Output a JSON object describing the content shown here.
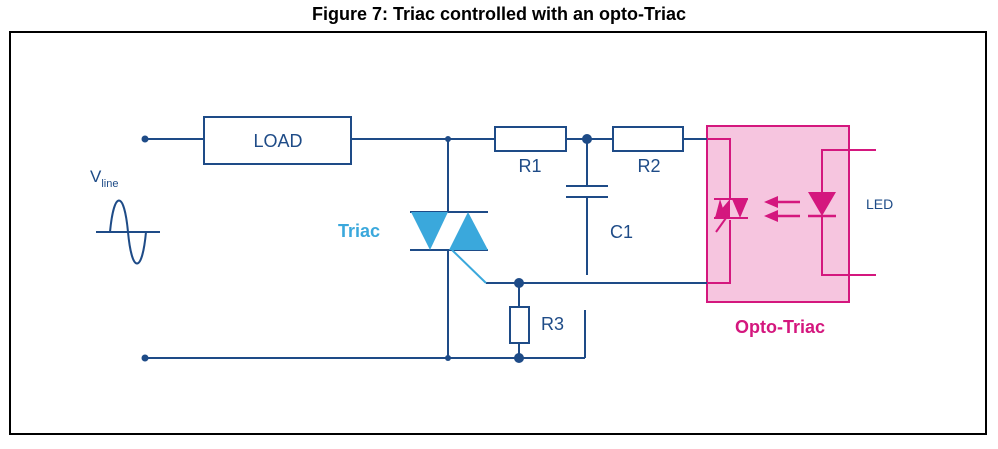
{
  "figure": {
    "title": "Figure 7: Triac controlled with an opto-Triac"
  },
  "source": {
    "v_main": "V",
    "v_sub": "line"
  },
  "components": {
    "load": "LOAD",
    "r1": "R1",
    "r2": "R2",
    "r3": "R3",
    "c1": "C1",
    "triac": "Triac",
    "opto_triac": "Opto-Triac",
    "led": "LED"
  },
  "colors": {
    "wire": "#1e4b87",
    "triac": "#3aa8dc",
    "opto_wire": "#d4177e",
    "opto_fill": "#f6c5df",
    "opto_border": "#d4177e",
    "frame": "#000000"
  }
}
